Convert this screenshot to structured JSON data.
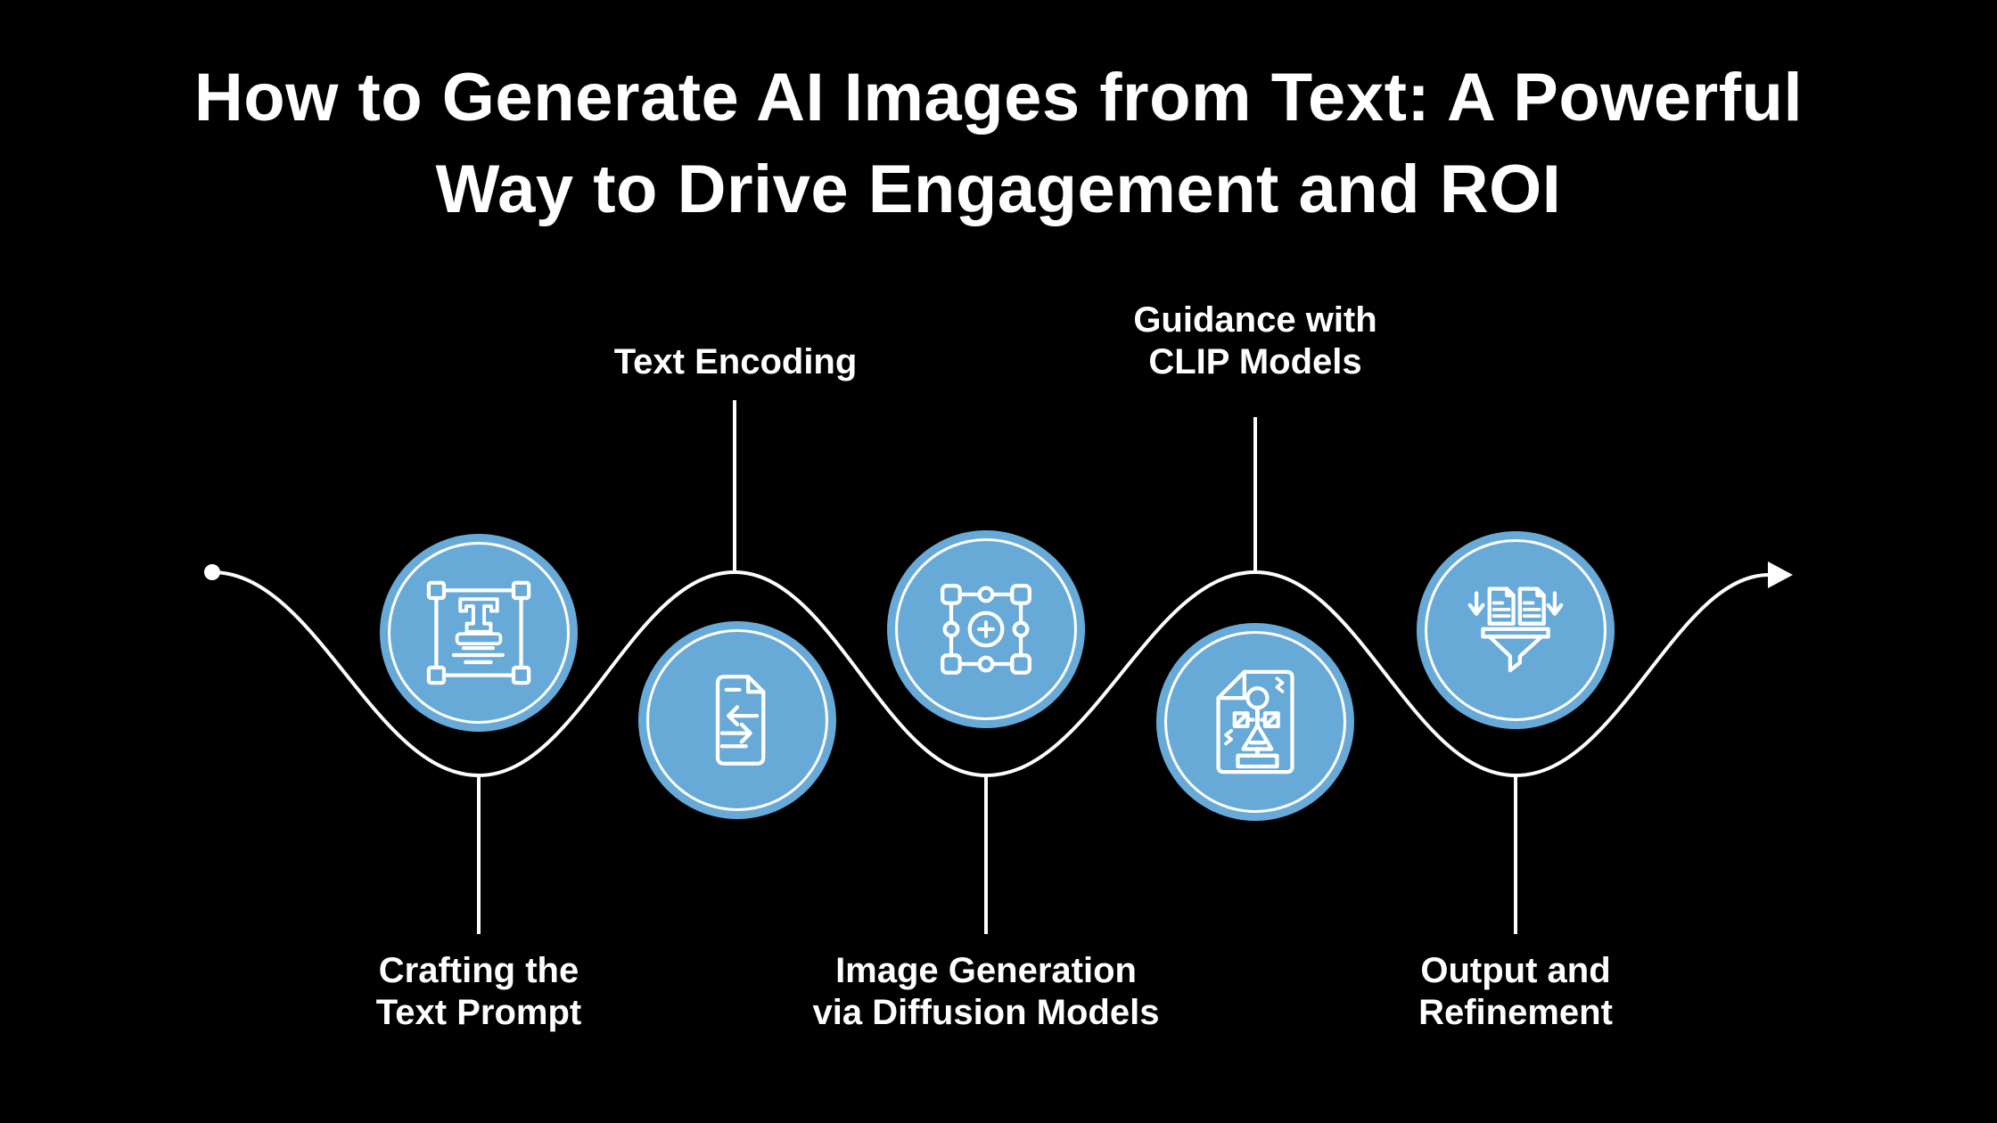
{
  "header": {
    "title_lines": [
      "How to Generate AI Images from Text: A Powerful",
      "Way to Drive Engagement and ROI"
    ]
  },
  "colors": {
    "background": "#000000",
    "accent_blue": "#67AAD8",
    "line_white": "#FFFFFF"
  },
  "flow": {
    "start_marker": "dot",
    "end_marker": "arrow-right"
  },
  "steps": [
    {
      "label": "Crafting the\nText Prompt",
      "icon": "text-prompt-frame-icon",
      "label_position": "below"
    },
    {
      "label": "Text Encoding",
      "icon": "document-encoding-arrows-icon",
      "label_position": "above"
    },
    {
      "label": "Image Generation\nvia Diffusion Models",
      "icon": "selection-grid-plus-icon",
      "label_position": "below"
    },
    {
      "label": "Guidance with\nCLIP Models",
      "icon": "flowchart-document-icon",
      "label_position": "above"
    },
    {
      "label": "Output and\nRefinement",
      "icon": "funnel-documents-icon",
      "label_position": "below"
    }
  ]
}
